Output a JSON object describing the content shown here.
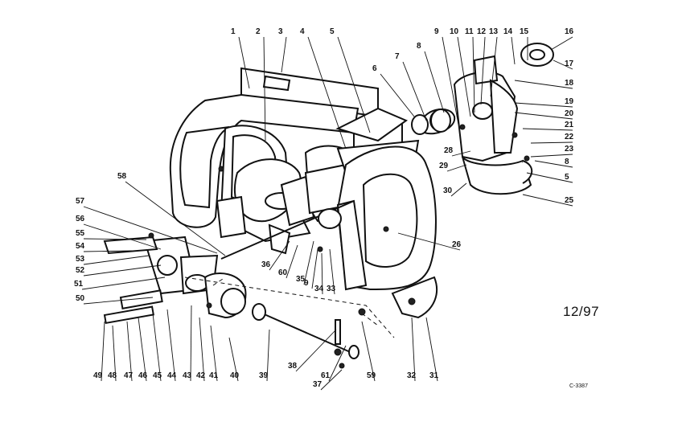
{
  "diagram": {
    "date_code": "12/97",
    "diagram_code": "C-3387",
    "callouts": [
      "1",
      "2",
      "3",
      "4",
      "5",
      "6",
      "7",
      "8",
      "9",
      "10",
      "11",
      "12",
      "13",
      "14",
      "15",
      "16",
      "17",
      "18",
      "19",
      "20",
      "21",
      "22",
      "23",
      "8",
      "5",
      "25",
      "26",
      "28",
      "29",
      "30",
      "31",
      "32",
      "33",
      "34",
      "9",
      "35",
      "36",
      "60",
      "37",
      "38",
      "61",
      "39",
      "40",
      "41",
      "42",
      "43",
      "44",
      "45",
      "46",
      "47",
      "48",
      "49",
      "50",
      "51",
      "52",
      "53",
      "54",
      "55",
      "56",
      "57",
      "58",
      "59",
      "60"
    ]
  }
}
